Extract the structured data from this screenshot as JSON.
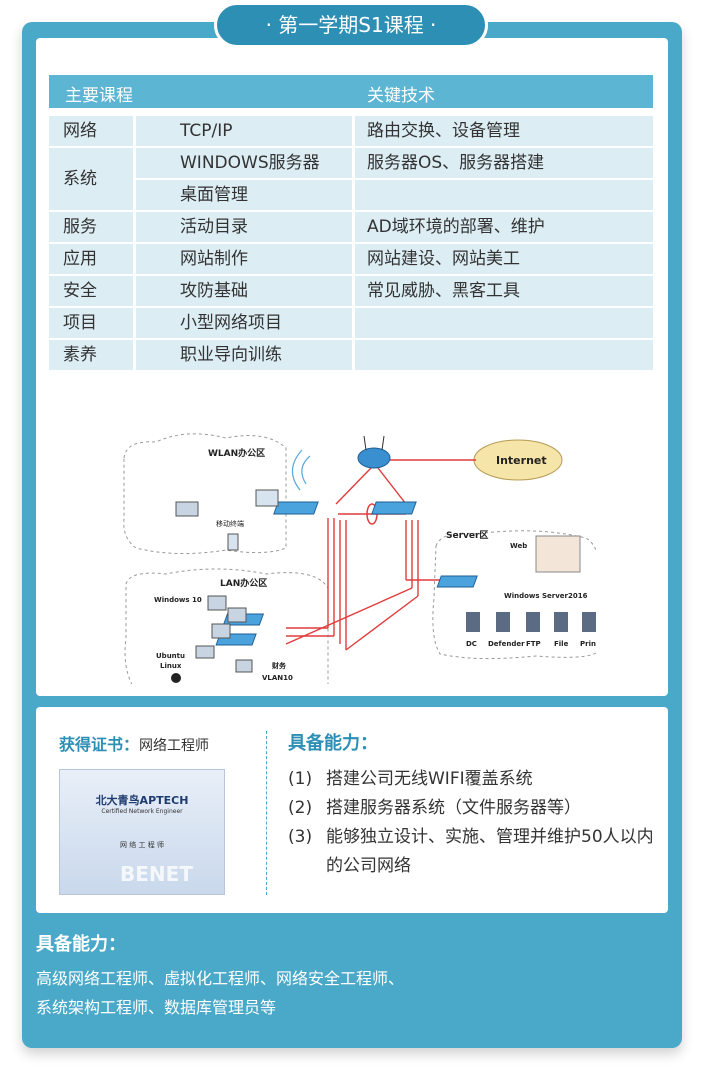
{
  "title": "· 第一学期S1课程 ·",
  "table": {
    "headers": [
      "主要课程",
      "关键技术"
    ],
    "rows": [
      {
        "category": "网络",
        "course": "TCP/IP",
        "tech": "路由交换、设备管理"
      },
      {
        "category": "系统",
        "course": "WINDOWS服务器",
        "tech": "服务器OS、服务器搭建"
      },
      {
        "category": "",
        "course": "桌面管理",
        "tech": ""
      },
      {
        "category": "服务",
        "course": "活动目录",
        "tech": "AD域环境的部署、维护"
      },
      {
        "category": "应用",
        "course": "网站制作",
        "tech": "网站建设、网站美工"
      },
      {
        "category": "安全",
        "course": "攻防基础",
        "tech": "常见威胁、黑客工具"
      },
      {
        "category": "项目",
        "course": "小型网络项目",
        "tech": ""
      },
      {
        "category": "素养",
        "course": "职业导向训练",
        "tech": ""
      }
    ]
  },
  "diagram": {
    "internet": "Internet",
    "wlan": "WLAN办公区",
    "mobile": "移动终端",
    "lan": "LAN办公区",
    "win10": "Windows 10",
    "ubuntu": "Ubuntu",
    "linux": "Linux",
    "finance": "财务",
    "vlan": "VLAN10",
    "server_zone": "Server区",
    "web": "Web",
    "winserver": "Windows Server2016",
    "servers": [
      "DC",
      "Defender",
      "FTP",
      "File",
      "Print"
    ]
  },
  "cert": {
    "label": "获得证书：",
    "name": "网络工程师",
    "image_lines": [
      "北大青鸟APTECH",
      "Certified Network Engineer",
      "网 络 工 程 师",
      "BENET"
    ]
  },
  "abilities": {
    "heading": "具备能力：",
    "items": [
      {
        "num": "(1)",
        "text": "搭建公司无线WIFI覆盖系统"
      },
      {
        "num": "(2)",
        "text": "搭建服务器系统（文件服务器等）"
      },
      {
        "num": "(3)",
        "text": "能够独立设计、实施、管理并维护50人以内的公司网络"
      }
    ]
  },
  "career": {
    "heading": "具备能力：",
    "line1": "高级网络工程师、虚拟化工程师、网络安全工程师、",
    "line2": "系统架构工程师、数据库管理员等"
  },
  "colors": {
    "accent": "#4aa9c8",
    "header": "#5bb5d3",
    "cell": "#dcedf4",
    "link": "#e23b3b"
  }
}
